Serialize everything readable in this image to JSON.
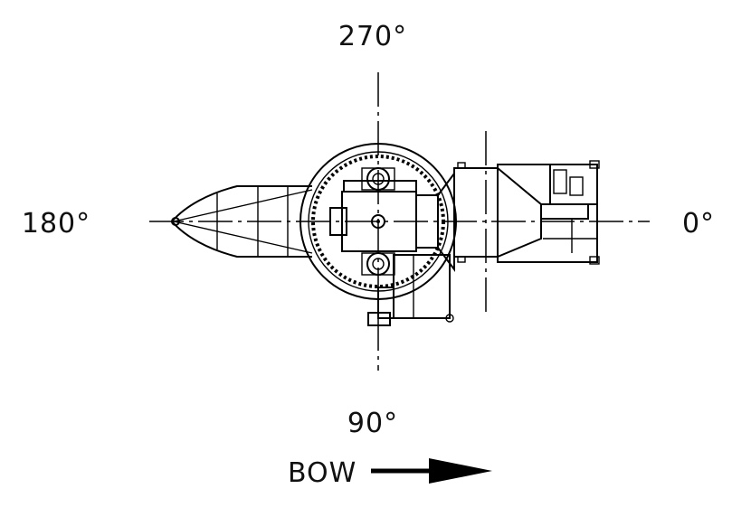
{
  "labels": {
    "top": "270°",
    "left": "180°",
    "right": "0°",
    "bottom": "90°",
    "bow": "BOW"
  },
  "colors": {
    "line": "#000000",
    "background": "#ffffff"
  }
}
